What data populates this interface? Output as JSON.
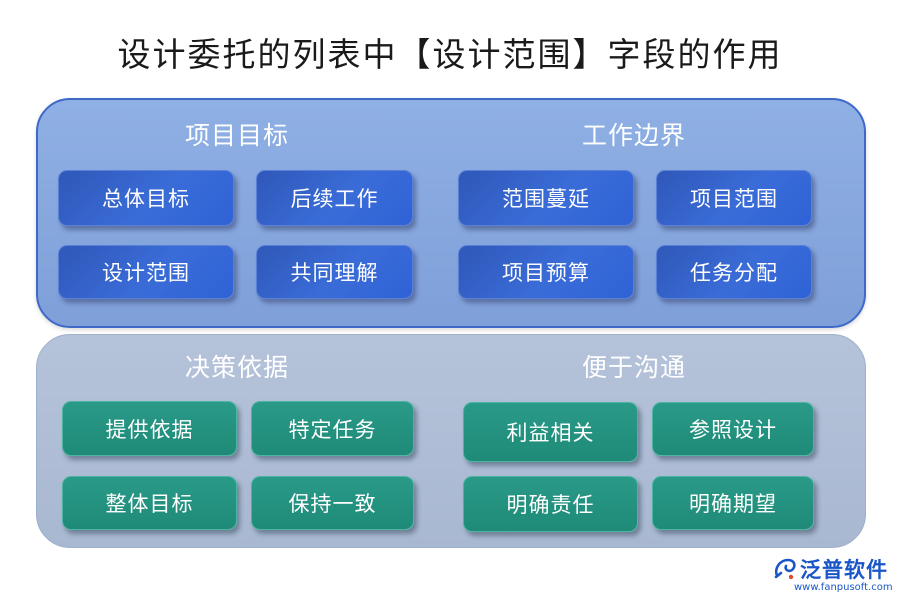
{
  "title": "设计委托的列表中【设计范围】字段的作用",
  "top_panel": {
    "left_group": {
      "heading": "项目目标",
      "items": [
        "总体目标",
        "后续工作",
        "设计范围",
        "共同理解"
      ]
    },
    "right_group": {
      "heading": "工作边界",
      "items": [
        "范围蔓延",
        "项目范围",
        "项目预算",
        "任务分配"
      ]
    }
  },
  "bottom_panel": {
    "left_group": {
      "heading": "决策依据",
      "items": [
        "提供依据",
        "特定任务",
        "整体目标",
        "保持一致"
      ]
    },
    "right_group": {
      "heading": "便于沟通",
      "items": [
        "利益相关",
        "参照设计",
        "明确责任",
        "明确期望"
      ]
    }
  },
  "logo": {
    "name": "泛普软件",
    "url": "www.fanpusoft.com"
  },
  "colors": {
    "top_panel": "#8fb0e4",
    "bottom_panel": "#b5c3da",
    "blue_box": "#3a6cd8",
    "teal_box": "#1f8a78",
    "logo": "#1a56c8"
  }
}
